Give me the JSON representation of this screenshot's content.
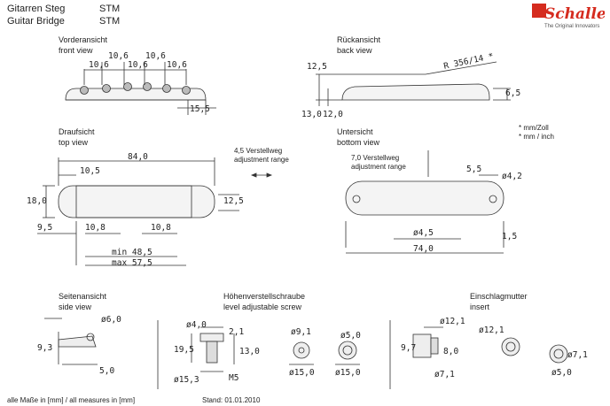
{
  "header": {
    "name_de": "Gitarren Steg",
    "model_de": "STM",
    "name_en": "Guitar Bridge",
    "model_en": "STM"
  },
  "brand": {
    "logo_text": "Schaller",
    "tagline": "The Original Innovators",
    "color": "#d52b1e"
  },
  "views": {
    "front": {
      "de": "Vorderansicht",
      "en": "front view",
      "dims": [
        "10,6",
        "10,6",
        "10,6",
        "10,6",
        "10,6",
        "15,5"
      ]
    },
    "back": {
      "de": "Rückansicht",
      "en": "back view",
      "dims": [
        "12,5",
        "13,0",
        "12,0",
        "6,5"
      ],
      "radius": "R 356/14 *"
    },
    "note": {
      "line1": "* mm/Zoll",
      "line2": "* mm / inch"
    },
    "top": {
      "de": "Draufsicht",
      "en": "top view",
      "dims": [
        "84,0",
        "10,5",
        "18,0",
        "12,5",
        "9,5",
        "10,8",
        "10,8",
        "min 48,5",
        "max 57,5"
      ],
      "adj": {
        "l1": "4,5 Verstellweg",
        "l2": "adjustment range"
      }
    },
    "bottom": {
      "de": "Untersicht",
      "en": "bottom view",
      "dims": [
        "5,5",
        "ø4,2",
        "ø4,5",
        "1,5",
        "74,0"
      ],
      "adj": {
        "l1": "7,0 Verstellweg",
        "l2": "adjustment range"
      }
    },
    "side": {
      "de": "Seitenansicht",
      "en": "side view",
      "dims": [
        "ø6,0",
        "9,3",
        "5,0"
      ]
    },
    "screw": {
      "de": "Höhenverstellschraube",
      "en": "level adjustable screw",
      "dims": [
        "ø4,0",
        "2,1",
        "19,5",
        "13,0",
        "ø15,3",
        "M5",
        "ø9,1",
        "ø5,0",
        "ø15,0",
        "ø15,0"
      ]
    },
    "insert": {
      "de": "Einschlagmutter",
      "en": "insert",
      "dims": [
        "ø12,1",
        "9,7",
        "8,0",
        "ø7,1",
        "ø12,1",
        "ø7,1",
        "ø5,0"
      ]
    }
  },
  "footer": {
    "left": "alle Maße in [mm] / all measures in [mm]",
    "stand": "Stand: 01.01.2010"
  }
}
